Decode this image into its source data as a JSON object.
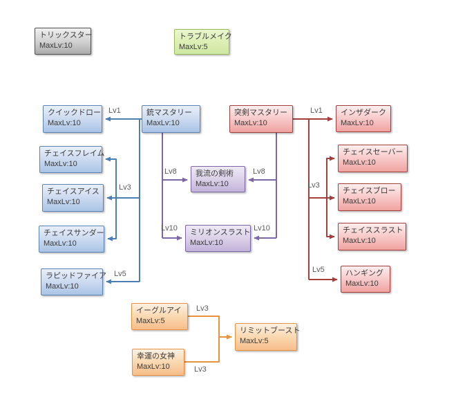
{
  "diagram": {
    "title": "skill-tree",
    "nodes": {
      "trickster": {
        "name": "トリックスター",
        "max_lv": "MaxLv:10"
      },
      "trouble_make": {
        "name": "トラブルメイク",
        "max_lv": "MaxLv:5"
      },
      "quick_draw": {
        "name": "クイックドロー",
        "max_lv": "MaxLv:10"
      },
      "gun_mastery": {
        "name": "銃マスタリー",
        "max_lv": "MaxLv:10"
      },
      "thrust_sword_mastery": {
        "name": "突剣マスタリー",
        "max_lv": "MaxLv:10"
      },
      "in_the_dark": {
        "name": "インザダーク",
        "max_lv": "MaxLv:10"
      },
      "chase_flame": {
        "name": "チェイスフレイム",
        "max_lv": "MaxLv:10"
      },
      "chase_saber": {
        "name": "チェイスセーバー",
        "max_lv": "MaxLv:10"
      },
      "self_style_swordplay": {
        "name": "我流の剣術",
        "max_lv": "MaxLv:10"
      },
      "chase_ice": {
        "name": "チェイスアイス",
        "max_lv": "MaxLv:10"
      },
      "chase_blow": {
        "name": "チェイスブロー",
        "max_lv": "MaxLv:10"
      },
      "chase_thunder": {
        "name": "チェイスサンダー",
        "max_lv": "MaxLv:10"
      },
      "million_thrust": {
        "name": "ミリオンスラスト",
        "max_lv": "MaxLv:10"
      },
      "chase_thrust": {
        "name": "チェイススラスト",
        "max_lv": "MaxLv:10"
      },
      "rapid_fire": {
        "name": "ラピッドファイア",
        "max_lv": "MaxLv:10"
      },
      "hanging": {
        "name": "ハンギング",
        "max_lv": "MaxLv:10"
      },
      "eagle_eye": {
        "name": "イーグルアイ",
        "max_lv": "MaxLv:5"
      },
      "goddess_of_fortune": {
        "name": "幸運の女神",
        "max_lv": "MaxLv:10"
      },
      "limit_boost": {
        "name": "リミットブースト",
        "max_lv": "MaxLv:5"
      }
    },
    "edge_labels": {
      "gun_lv1": "Lv1",
      "gun_lv3": "Lv3",
      "gun_lv5": "Lv5",
      "gun_lv8": "Lv8",
      "gun_lv10": "Lv10",
      "thrust_lv1": "Lv1",
      "thrust_lv3": "Lv3",
      "thrust_lv5": "Lv5",
      "thrust_lv8": "Lv8",
      "thrust_lv10": "Lv10",
      "eagle_lv3": "Lv3",
      "goddess_lv3": "Lv3"
    },
    "edges": [
      {
        "from": "gun_mastery",
        "to": "quick_draw",
        "requirement": "Lv1"
      },
      {
        "from": "gun_mastery",
        "to": "chase_flame",
        "requirement": "Lv3"
      },
      {
        "from": "gun_mastery",
        "to": "chase_ice",
        "requirement": "Lv3"
      },
      {
        "from": "gun_mastery",
        "to": "chase_thunder",
        "requirement": "Lv3"
      },
      {
        "from": "gun_mastery",
        "to": "rapid_fire",
        "requirement": "Lv5"
      },
      {
        "from": "gun_mastery",
        "to": "self_style_swordplay",
        "requirement": "Lv8"
      },
      {
        "from": "gun_mastery",
        "to": "million_thrust",
        "requirement": "Lv10"
      },
      {
        "from": "thrust_sword_mastery",
        "to": "in_the_dark",
        "requirement": "Lv1"
      },
      {
        "from": "thrust_sword_mastery",
        "to": "chase_saber",
        "requirement": "Lv3"
      },
      {
        "from": "thrust_sword_mastery",
        "to": "chase_blow",
        "requirement": "Lv3"
      },
      {
        "from": "thrust_sword_mastery",
        "to": "chase_thrust",
        "requirement": "Lv3"
      },
      {
        "from": "thrust_sword_mastery",
        "to": "hanging",
        "requirement": "Lv5"
      },
      {
        "from": "thrust_sword_mastery",
        "to": "self_style_swordplay",
        "requirement": "Lv8"
      },
      {
        "from": "thrust_sword_mastery",
        "to": "million_thrust",
        "requirement": "Lv10"
      },
      {
        "from": "eagle_eye",
        "to": "limit_boost",
        "requirement": "Lv3"
      },
      {
        "from": "goddess_of_fortune",
        "to": "limit_boost",
        "requirement": "Lv3"
      }
    ],
    "colors": {
      "blue_line": "#4a7eb5",
      "blue_border": "#5b83b5",
      "blue_fill_bottom": "#a9c4e6",
      "purple_line": "#7d66a5",
      "purple_border": "#7d66a5",
      "purple_fill_bottom": "#c2b3d9",
      "red_line": "#a33e3c",
      "red_border": "#a33e3c",
      "red_fill_bottom": "#efa3a1",
      "orange_line": "#e8923f",
      "orange_border": "#e8923f",
      "orange_fill_bottom": "#f6bd8a",
      "gray_border": "#4f4f4f",
      "gray_fill_bottom": "#ababab",
      "green_border": "#97b854",
      "green_fill_bottom": "#cfe8a2",
      "label_text": "#595959",
      "node_text": "#3a3a3a",
      "background": "#ffffff"
    }
  }
}
